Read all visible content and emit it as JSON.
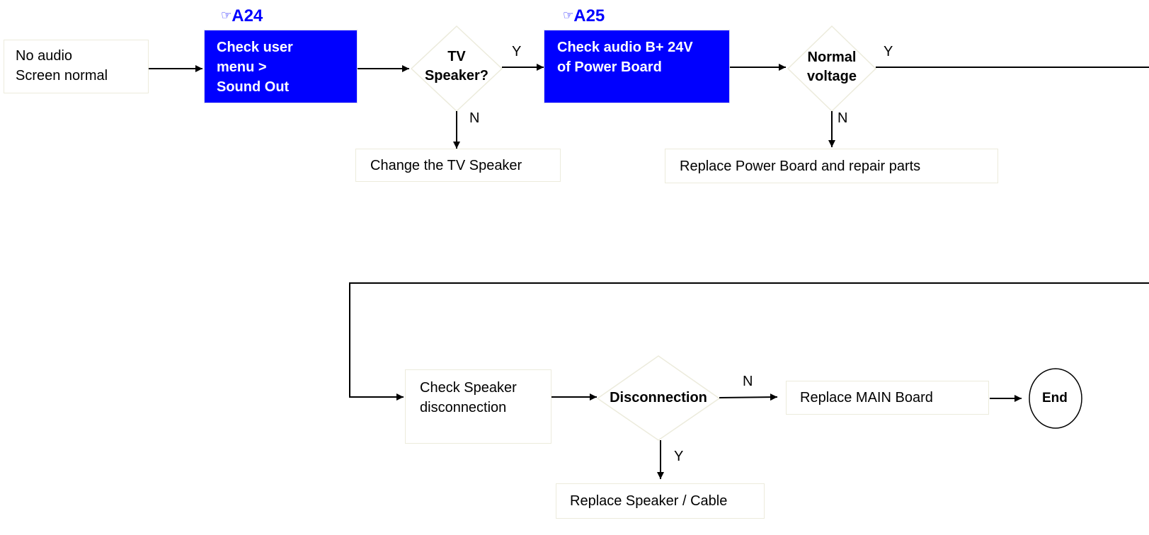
{
  "start_box": {
    "text": "No audio\nScreen normal"
  },
  "ref_a24": {
    "hand": "☞",
    "label": "A24"
  },
  "ref_a25": {
    "hand": "☞",
    "label": "A25"
  },
  "check_user_menu": {
    "text": "Check user\nmenu  >\nSound Out"
  },
  "tv_speaker_decision": {
    "text": "TV\nSpeaker?"
  },
  "check_audio_box": {
    "text": "Check audio B+ 24V\nof Power Board"
  },
  "normal_voltage_decision": {
    "text": "Normal\nvoltage"
  },
  "change_tv_speaker": {
    "text": "Change the TV Speaker"
  },
  "replace_power_board": {
    "text": "Replace Power Board and repair parts"
  },
  "check_speaker_disconnection": {
    "text": "Check Speaker\ndisconnection"
  },
  "disconnection_decision": {
    "text": "Disconnection"
  },
  "replace_main_board": {
    "text": "Replace MAIN Board"
  },
  "end_node": {
    "text": "End"
  },
  "replace_speaker_cable": {
    "text": "Replace Speaker / Cable"
  },
  "labels": {
    "tv_speaker_yes": "Y",
    "tv_speaker_no": "N",
    "normal_voltage_yes": "Y",
    "normal_voltage_no": "N",
    "disconnection_no": "N",
    "disconnection_yes": "Y"
  },
  "colors": {
    "process_fill": "#0000ff",
    "process_text": "#ffffff",
    "reference": "#0000ff",
    "box_border": "#ecebdc"
  }
}
